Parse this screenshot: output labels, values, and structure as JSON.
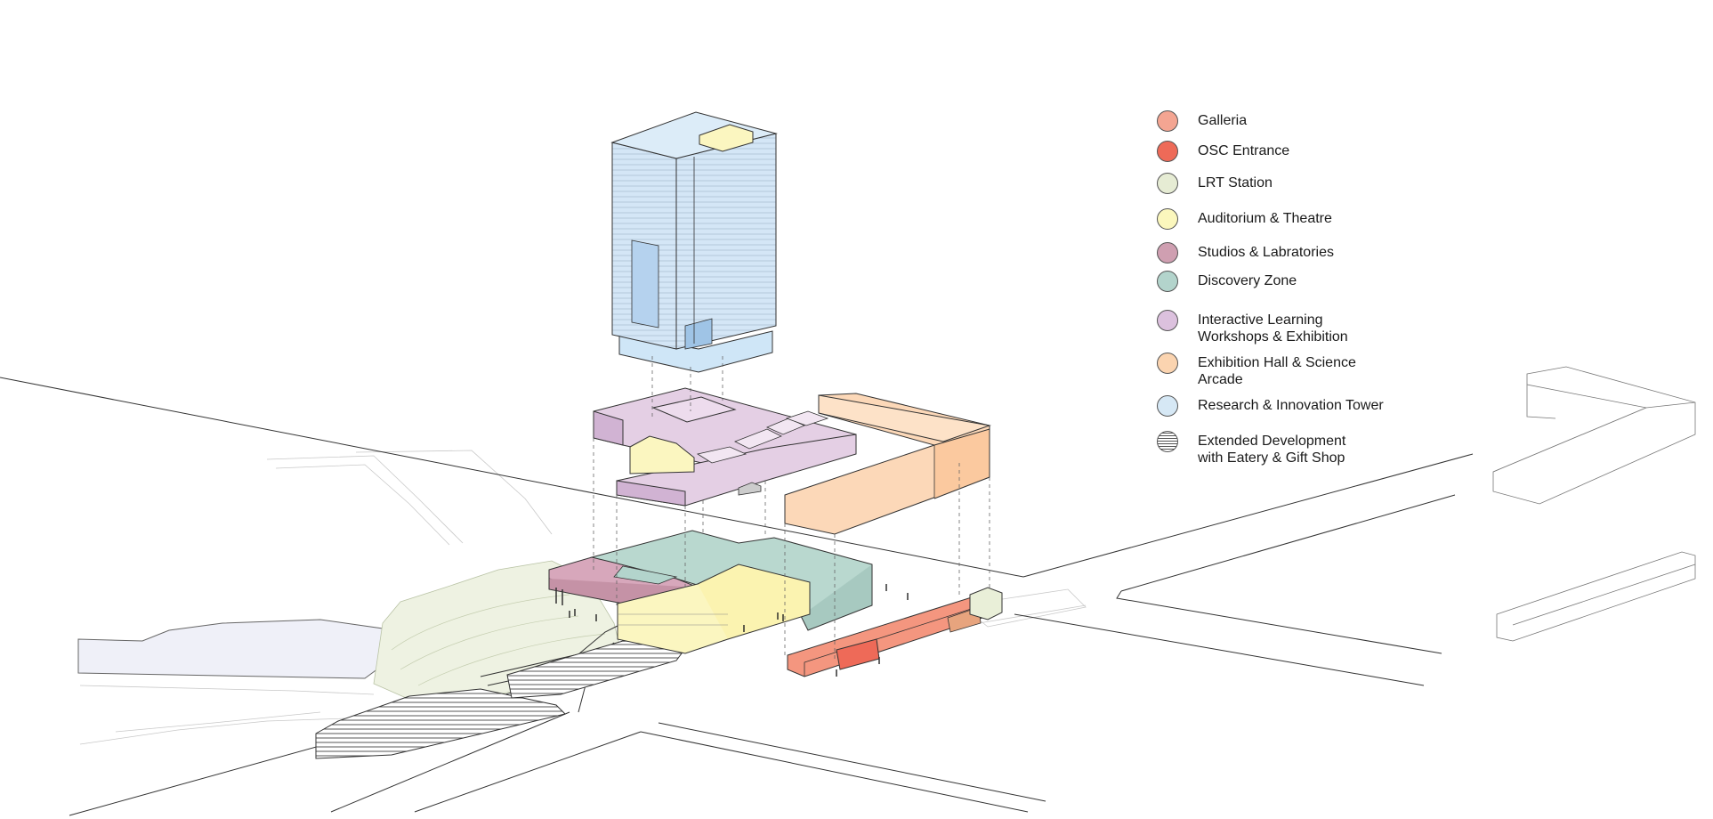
{
  "legend": {
    "items": [
      {
        "key": "galleria",
        "lines": [
          "Galleria"
        ],
        "color": "#f4a592"
      },
      {
        "key": "osc",
        "lines": [
          "OSC Entrance"
        ],
        "color": "#ee6a58"
      },
      {
        "key": "lrt",
        "lines": [
          "LRT Station"
        ],
        "color": "#e6ecd4"
      },
      {
        "key": "auditorium",
        "lines": [
          "Auditorium & Theatre"
        ],
        "color": "#fbf7bd"
      },
      {
        "key": "studios",
        "lines": [
          "Studios & Labratories"
        ],
        "color": "#cf9fb1"
      },
      {
        "key": "discovery",
        "lines": [
          "Discovery Zone"
        ],
        "color": "#b3d4cc"
      },
      {
        "key": "interactive",
        "lines": [
          "Interactive Learning",
          "Workshops & Exhibition"
        ],
        "color": "#dcc1de"
      },
      {
        "key": "exhibition",
        "lines": [
          "Exhibition Hall & Science",
          "Arcade"
        ],
        "color": "#fbd4b0"
      },
      {
        "key": "tower",
        "lines": [
          "Research & Innovation Tower"
        ],
        "color": "#d6e8f5"
      },
      {
        "key": "extended",
        "lines": [
          "Extended Development",
          "with Eatery & Gift Shop"
        ],
        "color": "hatch"
      }
    ]
  },
  "palette": {
    "tower_fill": "#d4e6f6",
    "tower_stroke": "#444444",
    "interactive_fill": "#e4cfe4",
    "exhibition_fill": "#fcd8b8",
    "discovery_fill": "#b9d8cf",
    "studios_fill": "#d7a7bb",
    "auditorium_fill": "#fbf6c0",
    "galleria_fill": "#f4967f",
    "osc_fill": "#ee6a58",
    "lrt_fill": "#e9efd8",
    "water_fill": "#eff0f8",
    "landscape_fill": "#eef2e2",
    "line": "#333333",
    "faint": "#bbbbbb"
  }
}
